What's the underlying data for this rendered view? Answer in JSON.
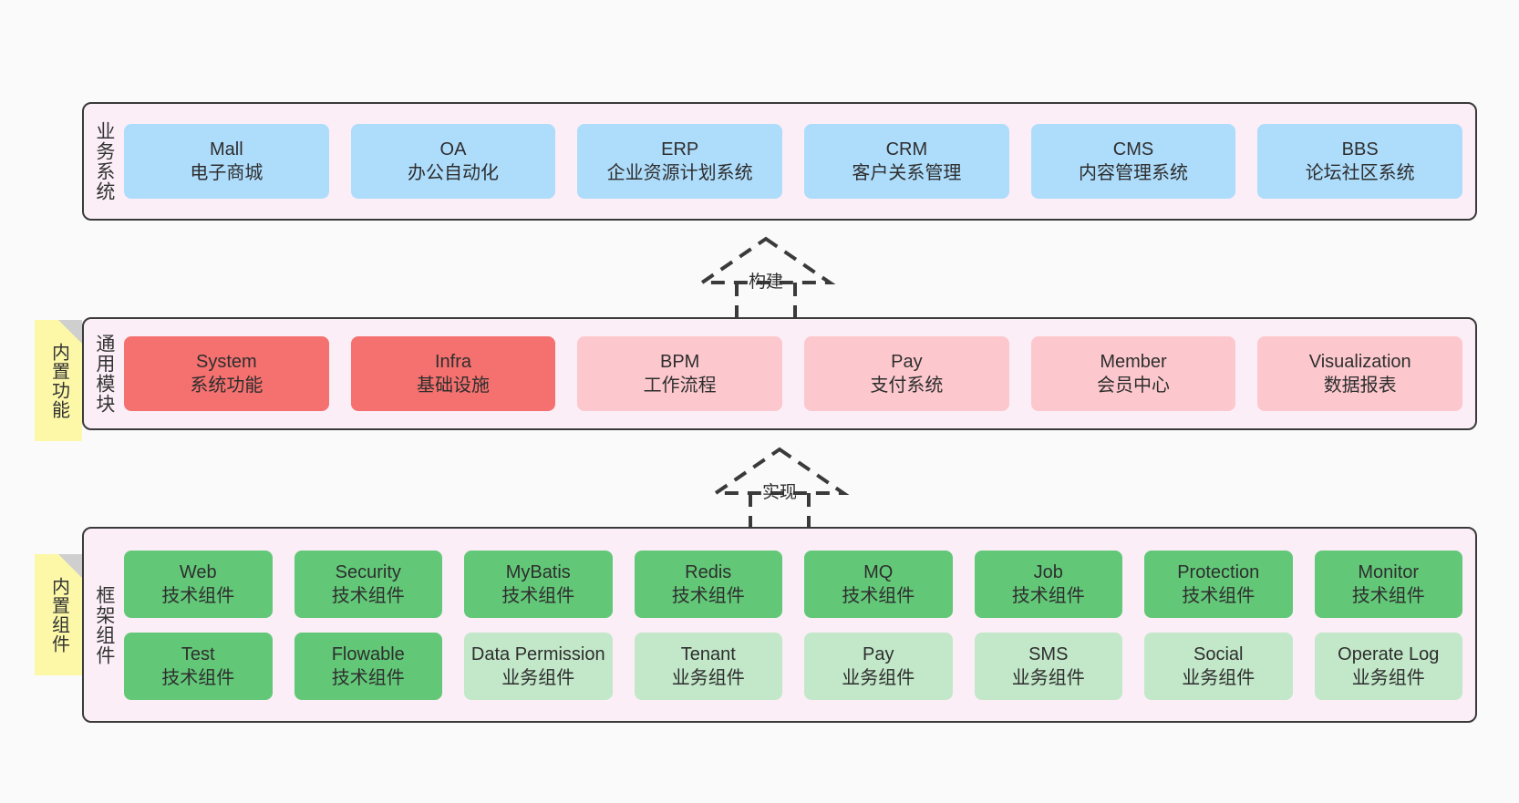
{
  "layers": [
    {
      "id": "business-systems",
      "title": "业务系统",
      "rows": [
        {
          "style": "blue",
          "cards": [
            {
              "name": "Mall",
              "sub": "电子商城"
            },
            {
              "name": "OA",
              "sub": "办公自动化"
            },
            {
              "name": "ERP",
              "sub": "企业资源计划系统"
            },
            {
              "name": "CRM",
              "sub": "客户关系管理"
            },
            {
              "name": "CMS",
              "sub": "内容管理系统"
            },
            {
              "name": "BBS",
              "sub": "论坛社区系统"
            }
          ]
        }
      ]
    },
    {
      "id": "common-modules",
      "title": "通用模块",
      "note": "内置功能",
      "rows": [
        {
          "style": "mixed",
          "cards": [
            {
              "name": "System",
              "sub": "系统功能",
              "style": "red"
            },
            {
              "name": "Infra",
              "sub": "基础设施",
              "style": "red"
            },
            {
              "name": "BPM",
              "sub": "工作流程",
              "style": "pink"
            },
            {
              "name": "Pay",
              "sub": "支付系统",
              "style": "pink"
            },
            {
              "name": "Member",
              "sub": "会员中心",
              "style": "pink"
            },
            {
              "name": "Visualization",
              "sub": "数据报表",
              "style": "pink"
            }
          ]
        }
      ]
    },
    {
      "id": "framework-components",
      "title": "框架组件",
      "note": "内置组件",
      "rows": [
        {
          "style": "green",
          "cards": [
            {
              "name": "Web",
              "sub": "技术组件",
              "style": "green"
            },
            {
              "name": "Security",
              "sub": "技术组件",
              "style": "green"
            },
            {
              "name": "MyBatis",
              "sub": "技术组件",
              "style": "green"
            },
            {
              "name": "Redis",
              "sub": "技术组件",
              "style": "green"
            },
            {
              "name": "MQ",
              "sub": "技术组件",
              "style": "green"
            },
            {
              "name": "Job",
              "sub": "技术组件",
              "style": "green"
            },
            {
              "name": "Protection",
              "sub": "技术组件",
              "style": "green"
            },
            {
              "name": "Monitor",
              "sub": "技术组件",
              "style": "green"
            }
          ]
        },
        {
          "style": "green-mixed",
          "cards": [
            {
              "name": "Test",
              "sub": "技术组件",
              "style": "green"
            },
            {
              "name": "Flowable",
              "sub": "技术组件",
              "style": "green"
            },
            {
              "name": "Data Permission",
              "sub": "业务组件",
              "style": "green-light",
              "wrap": true
            },
            {
              "name": "Tenant",
              "sub": "业务组件",
              "style": "green-light"
            },
            {
              "name": "Pay",
              "sub": "业务组件",
              "style": "green-light"
            },
            {
              "name": "SMS",
              "sub": "业务组件",
              "style": "green-light"
            },
            {
              "name": "Social",
              "sub": "业务组件",
              "style": "green-light"
            },
            {
              "name": "Operate Log",
              "sub": "业务组件",
              "style": "green-light"
            }
          ]
        }
      ]
    }
  ],
  "arrows": [
    {
      "id": "arrow-build",
      "label": "构建"
    },
    {
      "id": "arrow-implement",
      "label": "实现"
    }
  ],
  "colors": {
    "background": "#fafafa",
    "band_fill": "#fbeef7",
    "band_border": "#3a3a3a",
    "blue": "#aedcfb",
    "red": "#f4716f",
    "pink": "#fcc8cd",
    "green": "#62c878",
    "green_light": "#c2e8c9",
    "sticky": "#fcf8a8",
    "sticky_fold": "#cfcfcf",
    "text": "#2e2e2e"
  }
}
